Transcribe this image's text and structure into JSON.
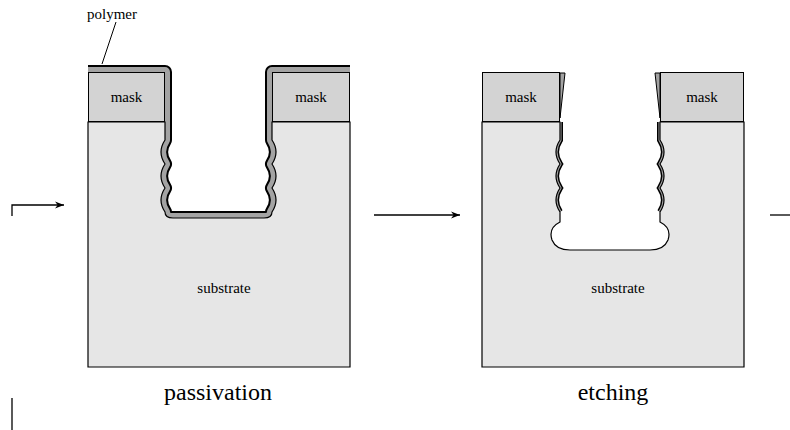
{
  "diagram": {
    "nodes": [
      {
        "text": [
          "mask"
        ]
      },
      {
        "text": [
          "mask"
        ]
      },
      {
        "text": [
          "substrate"
        ]
      },
      {
        "text": [
          "mask"
        ]
      },
      {
        "text": [
          "mask"
        ]
      },
      {
        "text": [
          "substrate"
        ]
      }
    ],
    "labels": [
      "polymer",
      "passivation",
      "etching"
    ]
  }
}
